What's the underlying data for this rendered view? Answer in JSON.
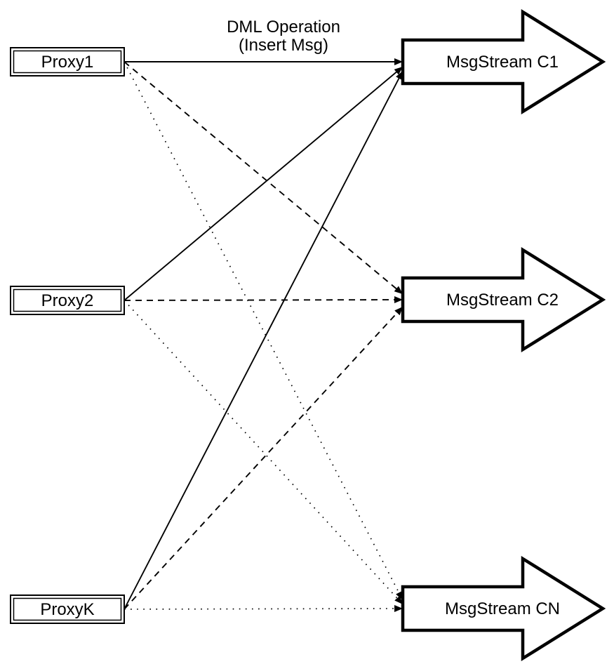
{
  "diagram": {
    "caption": {
      "line1": "DML Operation",
      "line2": "(Insert Msg)"
    },
    "proxies": [
      {
        "label": "Proxy1"
      },
      {
        "label": "Proxy2"
      },
      {
        "label": "ProxyK"
      }
    ],
    "streams": [
      {
        "label": "MsgStream C1"
      },
      {
        "label": "MsgStream C2"
      },
      {
        "label": "MsgStream CN"
      }
    ],
    "connections": [
      {
        "from": "Proxy1",
        "to": "MsgStream C1",
        "style": "solid"
      },
      {
        "from": "Proxy2",
        "to": "MsgStream C1",
        "style": "solid"
      },
      {
        "from": "ProxyK",
        "to": "MsgStream C1",
        "style": "solid"
      },
      {
        "from": "Proxy1",
        "to": "MsgStream C2",
        "style": "dashed"
      },
      {
        "from": "Proxy2",
        "to": "MsgStream C2",
        "style": "dashed"
      },
      {
        "from": "ProxyK",
        "to": "MsgStream C2",
        "style": "dashed"
      },
      {
        "from": "Proxy1",
        "to": "MsgStream CN",
        "style": "dotted"
      },
      {
        "from": "Proxy2",
        "to": "MsgStream CN",
        "style": "dotted"
      },
      {
        "from": "ProxyK",
        "to": "MsgStream CN",
        "style": "dotted"
      }
    ],
    "colors": {
      "stroke": "#000000",
      "fill": "#ffffff",
      "background": "#ffffff"
    }
  }
}
